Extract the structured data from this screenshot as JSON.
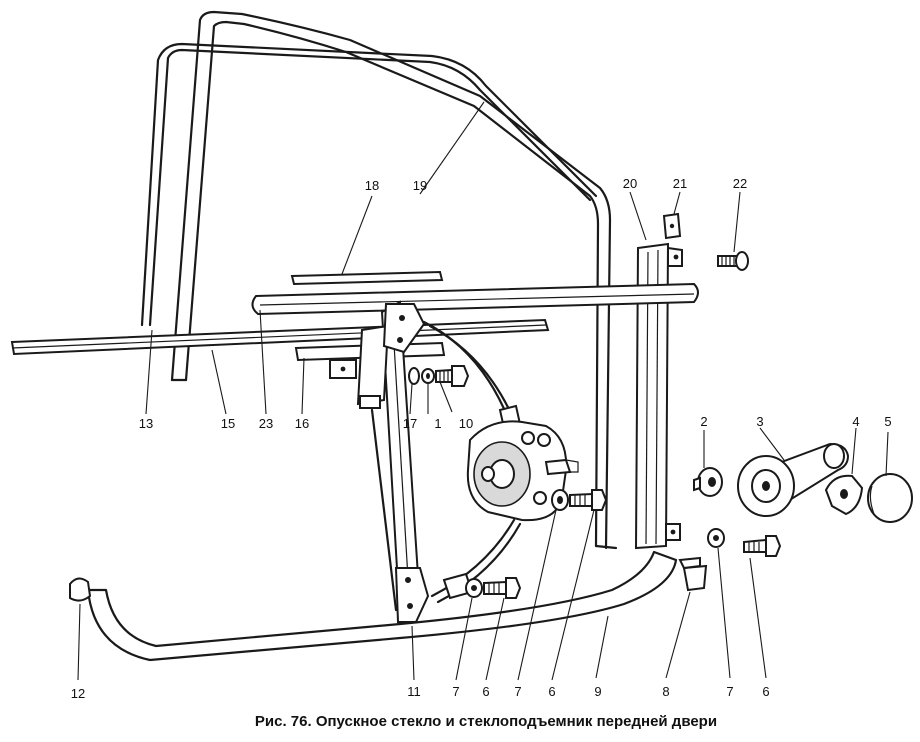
{
  "caption": "Рис. 76. Опускное стекло и стеклоподъемник передней двери",
  "labels": {
    "l1": "1",
    "l2": "2",
    "l3": "3",
    "l4": "4",
    "l5": "5",
    "l6a": "6",
    "l6b": "6",
    "l6c": "6",
    "l7a": "7",
    "l7b": "7",
    "l7c": "7",
    "l8": "8",
    "l9": "9",
    "l10": "10",
    "l11": "11",
    "l12": "12",
    "l13": "13",
    "l15": "15",
    "l16": "16",
    "l17": "17",
    "l18": "18",
    "l19": "19",
    "l20": "20",
    "l21": "21",
    "l22": "22",
    "l23": "23"
  }
}
